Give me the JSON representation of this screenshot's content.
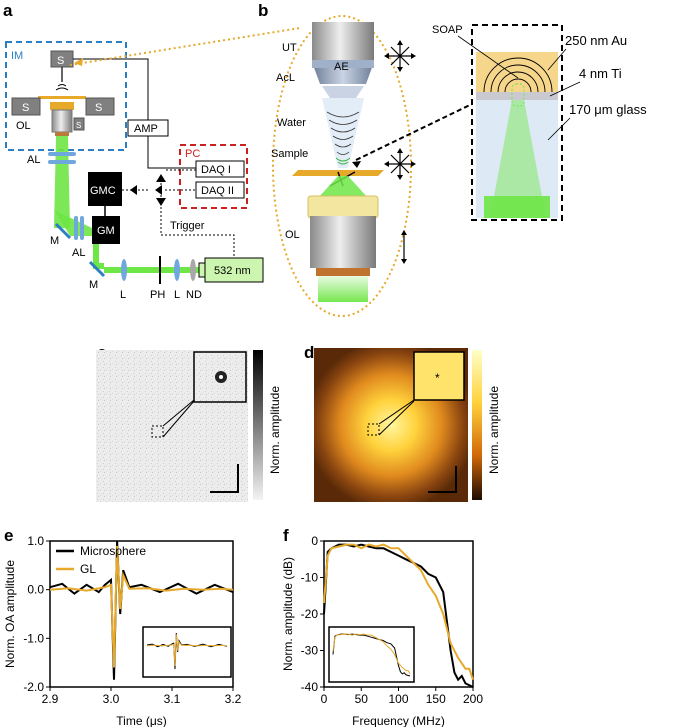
{
  "panels": {
    "a": "a",
    "b": "b",
    "c": "c",
    "d": "d",
    "e": "e",
    "f": "f"
  },
  "setup": {
    "im": "IM",
    "s": "S",
    "ol": "OL",
    "al": "AL",
    "amp": "AMP",
    "pc": "PC",
    "daq1": "DAQ I",
    "daq2": "DAQ II",
    "gmc": "GMC",
    "gm": "GM",
    "m": "M",
    "trigger": "Trigger",
    "laser": "532 nm",
    "l": "L",
    "ph": "PH",
    "nd": "ND"
  },
  "zoom": {
    "ut": "UT",
    "ae": "AE",
    "acl": "AcL",
    "water": "Water",
    "sample": "Sample",
    "ol": "OL",
    "soap": "SOAP",
    "au": "250 nm Au",
    "ti": "4 nm Ti",
    "glass": "170 μm glass"
  },
  "images": {
    "colorbar_c": "Norm. amplitude",
    "colorbar_d": "Norm. amplitude"
  },
  "colors": {
    "gold": "#e6a92a",
    "blue": "#2b7ec2",
    "red": "#cc1f1f",
    "green": "#6ee646",
    "laser_box": "#ccf5b0"
  },
  "chart_data": [
    {
      "type": "line",
      "xlabel": "Time (μs)",
      "ylabel": "Norm. OA amplitude",
      "xlim": [
        2.9,
        3.2
      ],
      "ylim": [
        -2.0,
        1.0
      ],
      "xticks": [
        "2.9",
        "3.0",
        "3.1",
        "3.2"
      ],
      "yticks": [
        "-2.0",
        "-1.0",
        "0.0",
        "1.0"
      ],
      "legend": "top-left",
      "series": [
        {
          "name": "Microsphere",
          "color": "#000000",
          "x": [
            2.9,
            2.92,
            2.94,
            2.96,
            2.98,
            2.99,
            3.0,
            3.005,
            3.01,
            3.015,
            3.02,
            3.03,
            3.05,
            3.08,
            3.11,
            3.14,
            3.17,
            3.2
          ],
          "y": [
            0.05,
            0.12,
            -0.08,
            0.1,
            -0.05,
            0.1,
            0.2,
            -1.85,
            1.0,
            -0.5,
            0.4,
            0.05,
            0.1,
            -0.05,
            0.12,
            -0.08,
            0.1,
            -0.05
          ]
        },
        {
          "name": "GL",
          "color": "#e6a92a",
          "x": [
            2.9,
            2.93,
            2.96,
            2.99,
            3.0,
            3.005,
            3.01,
            3.015,
            3.02,
            3.03,
            3.06,
            3.09,
            3.12,
            3.15,
            3.18,
            3.2
          ],
          "y": [
            0.0,
            0.03,
            -0.02,
            0.05,
            0.1,
            -1.6,
            0.9,
            -0.4,
            0.3,
            0.02,
            0.03,
            -0.02,
            0.02,
            0.0,
            0.02,
            0.0
          ]
        }
      ]
    },
    {
      "type": "line",
      "xlabel": "Frequency (MHz)",
      "ylabel": "Norm. amplitude (dB)",
      "xlim": [
        0,
        200
      ],
      "ylim": [
        -40,
        0
      ],
      "xticks": [
        "0",
        "50",
        "100",
        "150",
        "200"
      ],
      "yticks": [
        "0",
        "-10",
        "-20",
        "-30",
        "-40"
      ],
      "series": [
        {
          "name": "",
          "color": "#000000",
          "x": [
            0,
            5,
            10,
            20,
            30,
            40,
            50,
            60,
            70,
            80,
            90,
            100,
            110,
            120,
            130,
            140,
            150,
            160,
            165,
            170,
            175,
            180,
            185,
            190,
            200
          ],
          "y": [
            -20,
            -3,
            -2,
            -1,
            -1,
            -1.5,
            -1,
            -1.5,
            -2,
            -2,
            -3,
            -4,
            -5,
            -6,
            -7,
            -9,
            -10,
            -14,
            -22,
            -30,
            -36,
            -38,
            -37,
            -39,
            -40
          ]
        },
        {
          "name": "",
          "color": "#e6a92a",
          "x": [
            0,
            5,
            10,
            20,
            30,
            40,
            50,
            60,
            70,
            80,
            90,
            100,
            110,
            120,
            130,
            140,
            150,
            160,
            170,
            180,
            190,
            195,
            200
          ],
          "y": [
            -17,
            -4,
            -2,
            -1.5,
            -1,
            -1,
            -2,
            -1,
            -1.5,
            -1,
            -2,
            -2,
            -4,
            -6,
            -8,
            -12,
            -15,
            -20,
            -28,
            -32,
            -35,
            -35,
            -38
          ]
        }
      ]
    }
  ]
}
